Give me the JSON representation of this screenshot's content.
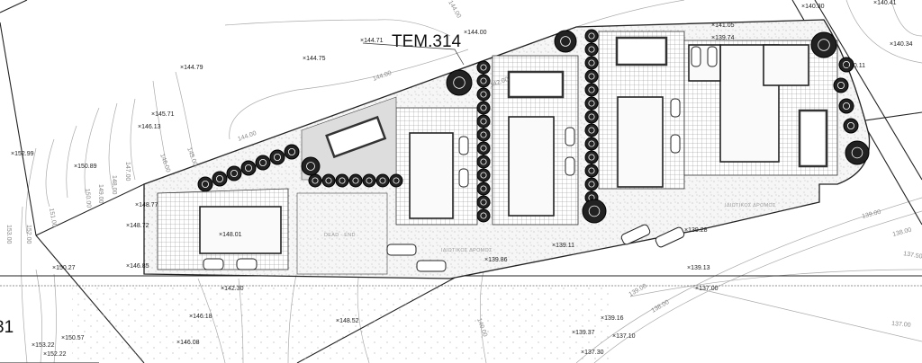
{
  "drawing": {
    "parcel_label": "TEM.314",
    "parcel_label_partial": "31",
    "dead_end_label": "DEAD - END",
    "private_road_labels": [
      "ΙΔΙΩΤΙΚΟΣ ΔΡΟΜΟΣ",
      "ΙΔΙΩΤΙΚΟΣ ΔΡΟΜΟΣ"
    ]
  },
  "spot_levels": [
    "144.71",
    "144.75",
    "144.79",
    "145.71",
    "146.13",
    "152.99",
    "150.89",
    "144.00",
    "140.30",
    "140.41",
    "140.34",
    "140.11",
    "141.05",
    "139.74",
    "148.77",
    "148.72",
    "148.01",
    "146.85",
    "150.27",
    "142.30",
    "146.18",
    "148.52",
    "146.08",
    "150.57",
    "153.22",
    "152.22",
    "139.11",
    "139.86",
    "139.28",
    "139.13",
    "137.00",
    "139.16",
    "139.37",
    "137.10",
    "137.30"
  ],
  "contour_labels": [
    "144.00",
    "144.00",
    "145.00",
    "146.00",
    "147.00",
    "148.00",
    "149.00",
    "150.00",
    "151.00",
    "152.00",
    "153.00",
    "142.00",
    "139.00",
    "138.00",
    "137.50",
    "137.00",
    "140.00",
    "139.00",
    "138.00",
    "144.00"
  ]
}
